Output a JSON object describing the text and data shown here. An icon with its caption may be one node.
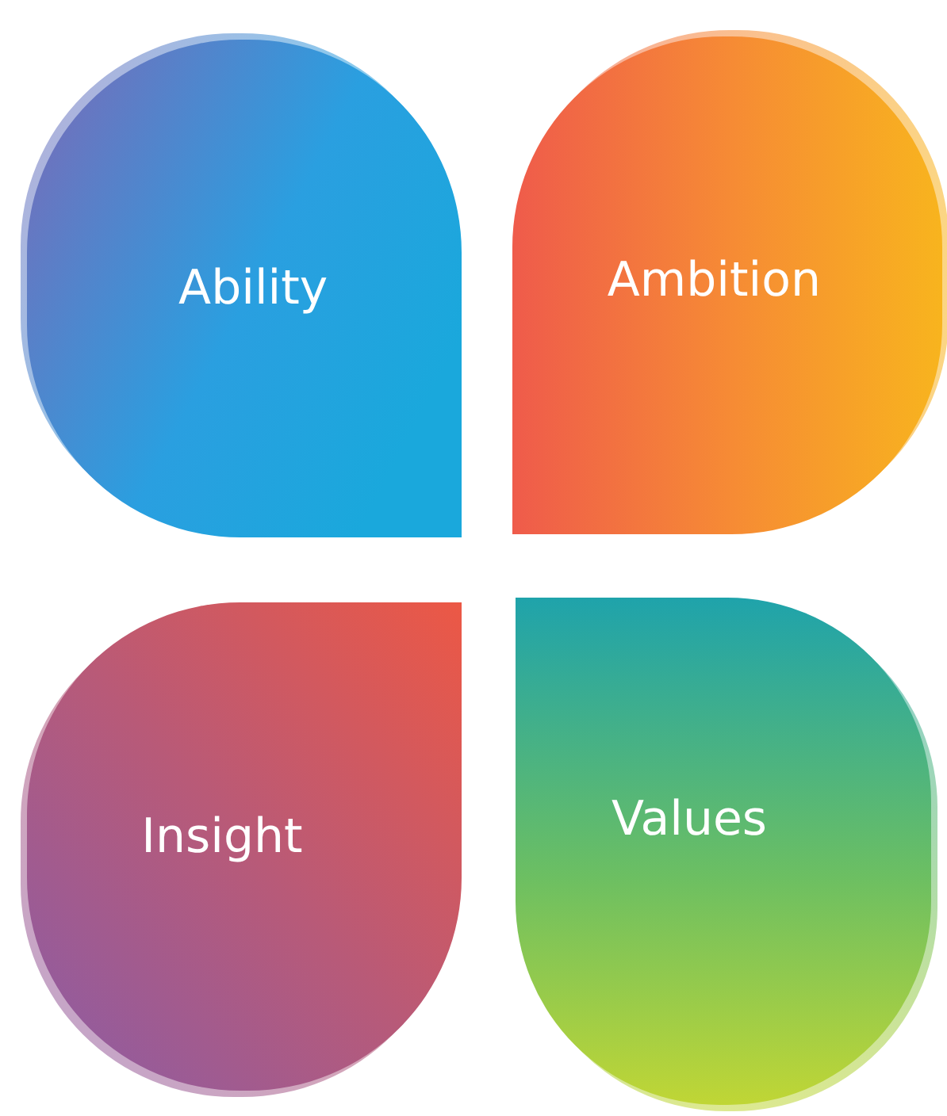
{
  "diagram": {
    "nodes": [
      {
        "text": [
          "Ability"
        ]
      },
      {
        "text": [
          "Ambition"
        ]
      },
      {
        "text": [
          "Insight"
        ]
      },
      {
        "text": [
          "Values"
        ]
      }
    ]
  }
}
